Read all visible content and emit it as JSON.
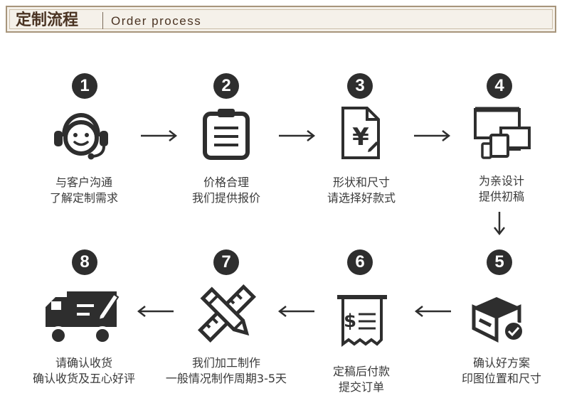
{
  "header": {
    "title_cn": "定制流程",
    "title_en": "Order process"
  },
  "steps": [
    {
      "num": "1",
      "line1": "与客户沟通",
      "line2": "了解定制需求",
      "icon": "customer-service-headset-icon"
    },
    {
      "num": "2",
      "line1": "价格合理",
      "line2": "我们提供报价",
      "icon": "clipboard-icon"
    },
    {
      "num": "3",
      "line1": "形状和尺寸",
      "line2": "请选择好款式",
      "icon": "price-document-icon"
    },
    {
      "num": "4",
      "line1": "为亲设计",
      "line2": "提供初稿",
      "icon": "devices-icon"
    },
    {
      "num": "5",
      "line1": "确认好方案",
      "line2": "印图位置和尺寸",
      "icon": "confirmed-box-icon"
    },
    {
      "num": "6",
      "line1": "定稿后付款",
      "line2": "提交订单",
      "icon": "receipt-icon"
    },
    {
      "num": "7",
      "line1": "我们加工制作",
      "line2": "一般情况制作周期3-5天",
      "icon": "ruler-pencil-icon"
    },
    {
      "num": "8",
      "line1": "请确认收货",
      "line2": "确认收货及五心好评",
      "icon": "delivery-truck-icon"
    }
  ]
}
